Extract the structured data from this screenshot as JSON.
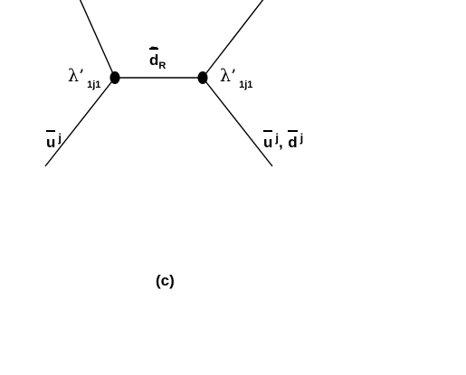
{
  "vertex_labels": {
    "left": {
      "symbol": "λ’",
      "subscript": "1j1"
    },
    "right": {
      "symbol": "λ’",
      "subscript": "1j1"
    }
  },
  "propagator_label": {
    "symbol": "d",
    "accent": "~",
    "bar": "−",
    "subscript": "R"
  },
  "left_leg_label": {
    "symbol": "u",
    "superscript": "j"
  },
  "right_leg_label": {
    "first_symbol": "u",
    "first_superscript": "j",
    "separator": ",",
    "second_symbol": "d",
    "second_superscript": "j"
  },
  "panel_label": "(c)"
}
